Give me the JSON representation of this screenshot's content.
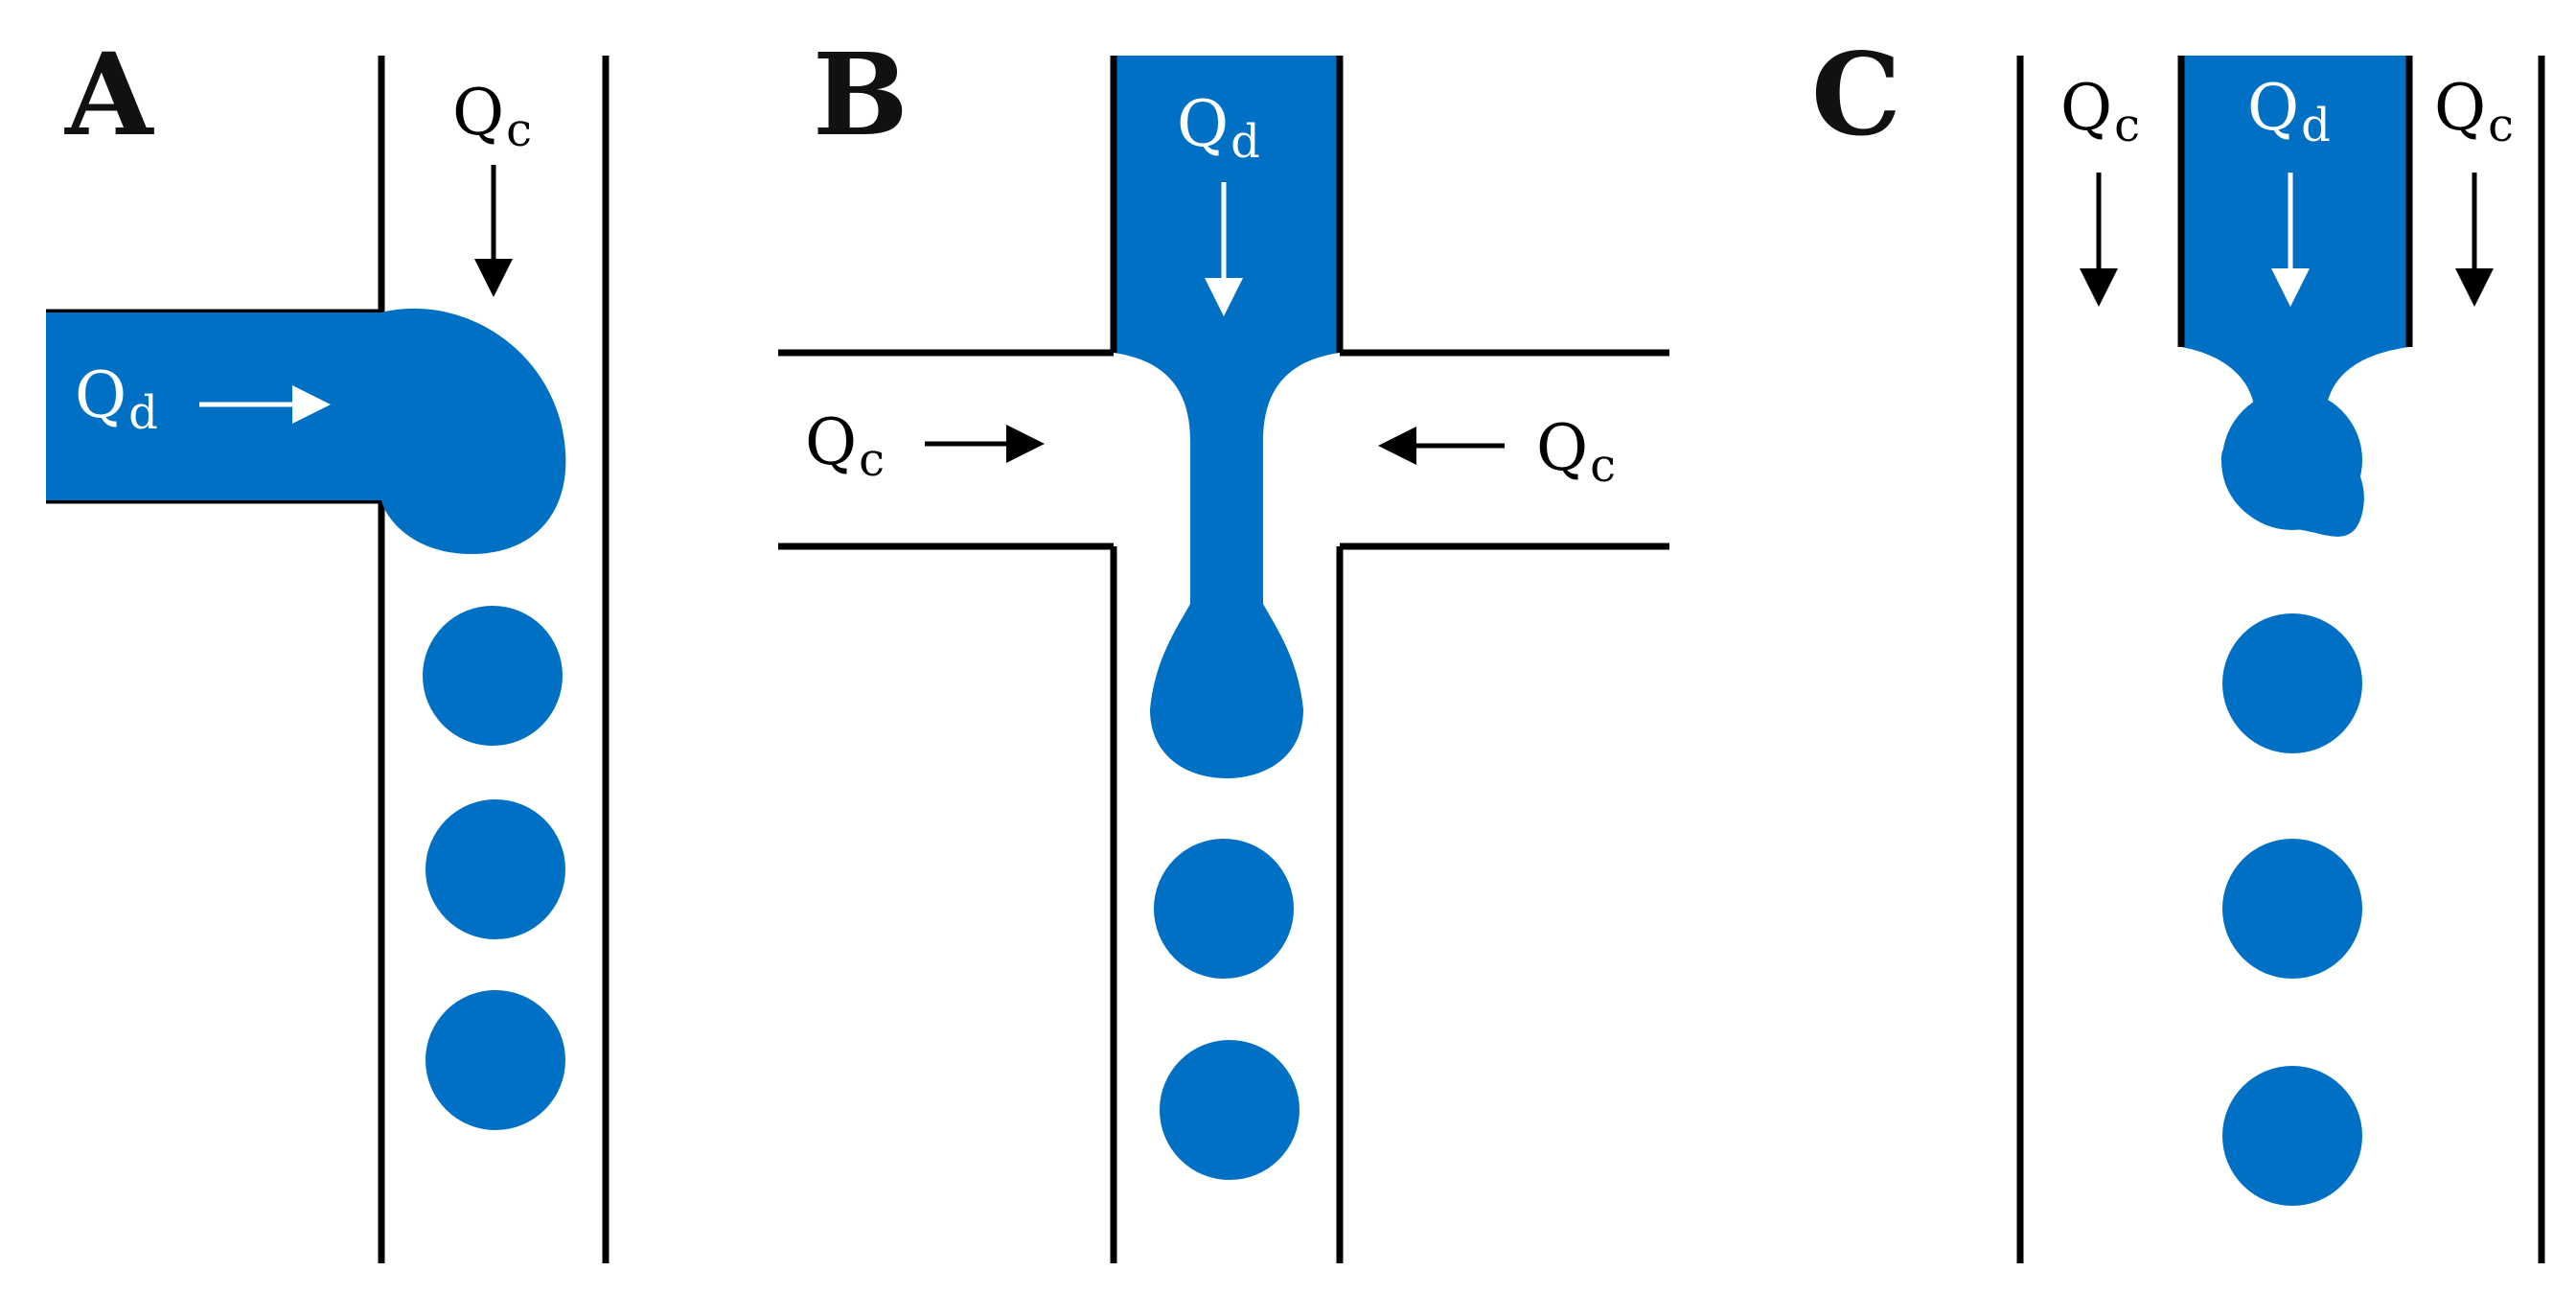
{
  "colors": {
    "fluid": "#0070C4",
    "wall": "#000000",
    "arrow_on_fluid": "#ffffff",
    "arrow_on_background": "#000000",
    "background": "#ffffff"
  },
  "panels": {
    "a": {
      "letter": "A",
      "qc": {
        "main": "Q",
        "sub": "c"
      },
      "qd": {
        "main": "Q",
        "sub": "d"
      },
      "droplet_count": 3
    },
    "b": {
      "letter": "B",
      "qd": {
        "main": "Q",
        "sub": "d"
      },
      "qc_left": {
        "main": "Q",
        "sub": "c"
      },
      "qc_right": {
        "main": "Q",
        "sub": "c"
      },
      "droplet_count": 2
    },
    "c": {
      "letter": "C",
      "qc_left": {
        "main": "Q",
        "sub": "c"
      },
      "qd": {
        "main": "Q",
        "sub": "d"
      },
      "qc_right": {
        "main": "Q",
        "sub": "c"
      },
      "droplet_count": 3
    }
  }
}
